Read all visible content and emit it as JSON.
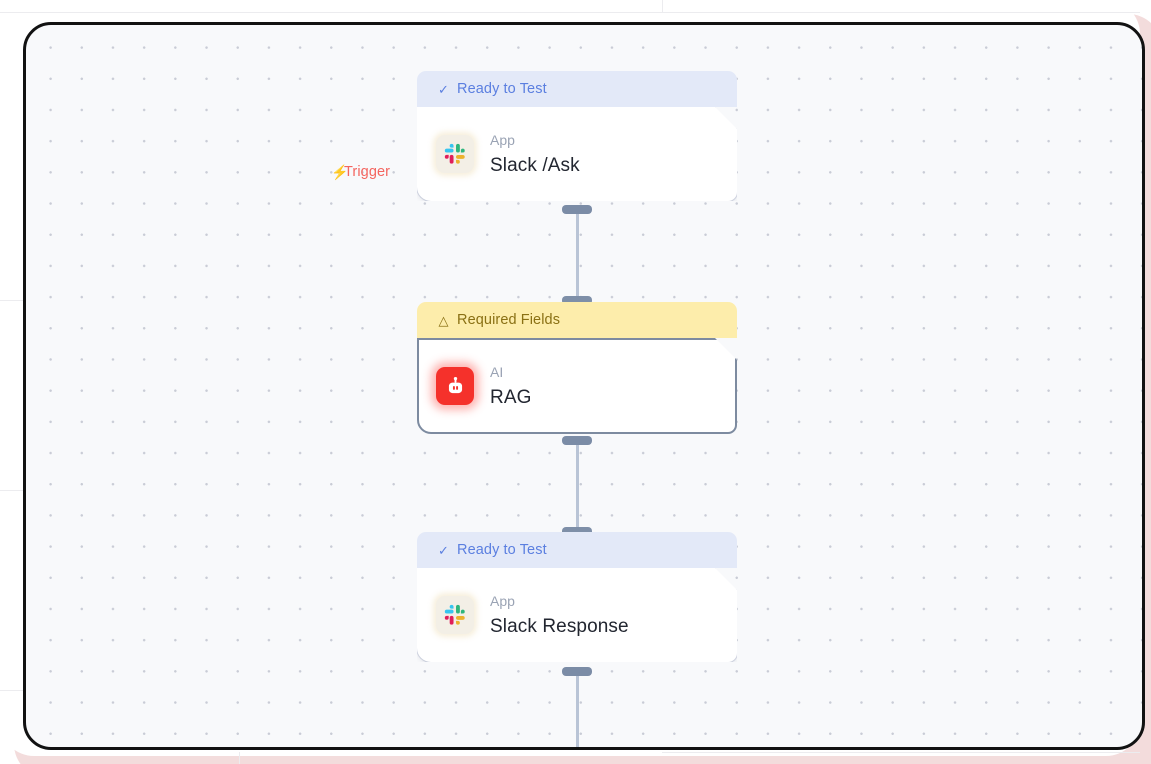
{
  "canvas": {
    "background_color": "#f8f9fb",
    "border_color": "#121212",
    "dot_color": "#c9ccd6",
    "backdrop_color": "#f3dcdc"
  },
  "trigger": {
    "label": "Trigger",
    "icon": "lightning-bolt-icon",
    "color": "#f4655f"
  },
  "nodes": [
    {
      "status": {
        "label": "Ready to Test",
        "icon": "check-icon",
        "variant": "ready",
        "background_color": "#e3e9f8",
        "text_color": "#5b7fe0"
      },
      "kicker": "App",
      "title": "Slack /Ask",
      "icon": "slack-icon",
      "icon_background": "#f3efe6",
      "selected": false
    },
    {
      "status": {
        "label": "Required Fields",
        "icon": "warning-triangle-icon",
        "variant": "warn",
        "background_color": "#fdedab",
        "text_color": "#8a7014"
      },
      "kicker": "AI",
      "title": "RAG",
      "icon": "robot-icon",
      "icon_background": "#f5312b",
      "selected": true
    },
    {
      "status": {
        "label": "Ready to Test",
        "icon": "check-icon",
        "variant": "ready",
        "background_color": "#e3e9f8",
        "text_color": "#5b7fe0"
      },
      "kicker": "App",
      "title": "Slack Response",
      "icon": "slack-icon",
      "icon_background": "#f3efe6",
      "selected": false
    }
  ]
}
